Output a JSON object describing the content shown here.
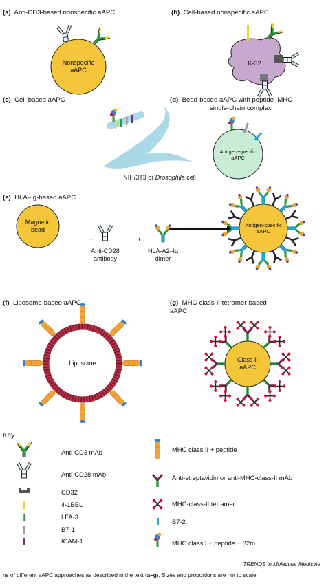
{
  "panels": {
    "a": {
      "letter": "(a)",
      "title": "Anti-CD3-based nonspecific aAPC",
      "node": "Nonspecific\naAPC"
    },
    "b": {
      "letter": "(b)",
      "title": "Cell-based nonspecific aAPC",
      "node": "K-32"
    },
    "c": {
      "letter": "(c)",
      "title": "Cell-based aAPC",
      "cell_caption_prefix": "NIH/3T3 or ",
      "cell_caption_italic": "Drosophila",
      "cell_caption_suffix": " cell"
    },
    "d": {
      "letter": "(d)",
      "title_line1": "Bead-based aAPC with peptide–MHC",
      "title_line2": "single-chain complex",
      "node": "Antigen-specific\naAPC"
    },
    "e": {
      "letter": "(e)",
      "title": "HLA–Ig-based aAPC",
      "bead": "Magnetic\nbead",
      "plus": "+",
      "antibody_caption": "Anti-CD28\nantibody",
      "dimer_caption": "HLA-A2–Ig\ndimer",
      "node": "Antigen-specific\naAPC"
    },
    "f": {
      "letter": "(f)",
      "title": "Liposome-based aAPC",
      "node": "Liposome"
    },
    "g": {
      "letter": "(g)",
      "title_line1": "MHC-class-II tetramer-based",
      "title_line2": "aAPC",
      "node": "Class II\naAPC"
    }
  },
  "key": {
    "title": "Key",
    "left": [
      {
        "icon": "anti-cd3-mab-icon",
        "label": "Anti-CD3 mAb"
      },
      {
        "icon": "anti-cd28-mab-icon",
        "label": "Anti-CD28 mAb"
      },
      {
        "icon": "cd32-icon",
        "label": "CD32"
      },
      {
        "icon": "4-1bbl-icon",
        "label": "4-1BBL"
      },
      {
        "icon": "lfa-3-icon",
        "label": "LFA-3"
      },
      {
        "icon": "b7-1-icon",
        "label": "B7-1"
      },
      {
        "icon": "icam-1-icon",
        "label": "ICAM-1"
      }
    ],
    "right": [
      {
        "icon": "mhc-class-ii-peptide-icon",
        "label": "MHC class II + peptide"
      },
      {
        "icon": "anti-streptavidin-mab-icon",
        "label": "Anti-streptavidin or anti-MHC-class-II mAb"
      },
      {
        "icon": "mhc-class-ii-tetramer-icon",
        "label": "MHC-class-II tetramer"
      },
      {
        "icon": "b7-2-icon",
        "label": "B7-2"
      },
      {
        "icon": "mhc-class-i-icon",
        "label": "MHC class I + peptide + β2m"
      }
    ]
  },
  "credit": "TRENDS in Molecular Medicine",
  "caption_prefix": "ns of different aAPC approaches as described in the text (",
  "caption_bold": "a–g",
  "caption_suffix": "). Sizes and proportions are not to scale.",
  "colors": {
    "bead_yellow": "#f5c53a",
    "k32_purple": "#c9a8cf",
    "fibroblast_blue": "#a9d8e6",
    "bead_green": "#c9ecd6",
    "green_mab": "#2e9a3a",
    "cyan": "#24a9d6",
    "orange": "#f2a33a",
    "liposome_red": "#c0344a",
    "tetramer_red": "#c8102e"
  }
}
